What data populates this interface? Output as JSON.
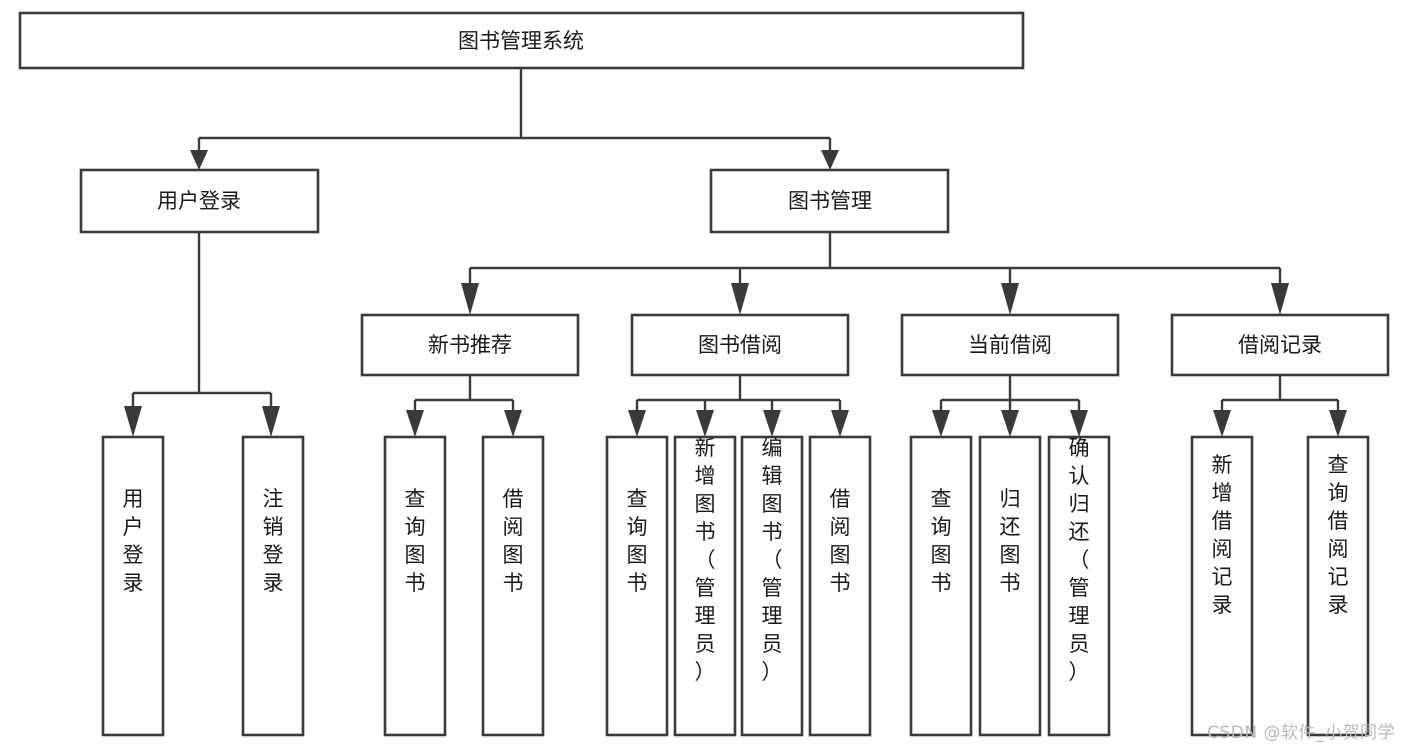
{
  "diagram": {
    "type": "tree-hierarchy",
    "title": "图书管理系统",
    "watermark": "CSDN @软件_小贺同学",
    "colors": {
      "box_fill": "#ffffff",
      "box_stroke": "#3a3a3a",
      "text": "#1a1a1a",
      "connector": "#3a3a3a",
      "watermark": "#b9b9b9",
      "background": "#ffffff"
    },
    "root": {
      "label": "图书管理系统"
    },
    "level2": [
      {
        "id": "user-login",
        "label": "用户登录"
      },
      {
        "id": "book-management",
        "label": "图书管理"
      }
    ],
    "level3": [
      {
        "id": "new-book-recommend",
        "label": "新书推荐",
        "parent": "book-management"
      },
      {
        "id": "book-borrow",
        "label": "图书借阅",
        "parent": "book-management"
      },
      {
        "id": "current-borrow",
        "label": "当前借阅",
        "parent": "book-management"
      },
      {
        "id": "borrow-record",
        "label": "借阅记录",
        "parent": "book-management"
      }
    ],
    "leaves": {
      "user-login": [
        {
          "id": "leaf-user-login",
          "label": "用户登录"
        },
        {
          "id": "leaf-logout-login",
          "label": "注销登录"
        }
      ],
      "new-book-recommend": [
        {
          "id": "leaf-query-book-1",
          "label": "查询图书"
        },
        {
          "id": "leaf-borrow-book-1",
          "label": "借阅图书"
        }
      ],
      "book-borrow": [
        {
          "id": "leaf-query-book-2",
          "label": "查询图书"
        },
        {
          "id": "leaf-add-book",
          "label": "新增图书（管理员）"
        },
        {
          "id": "leaf-edit-book",
          "label": "编辑图书（管理员）"
        },
        {
          "id": "leaf-borrow-book-2",
          "label": "借阅图书"
        }
      ],
      "current-borrow": [
        {
          "id": "leaf-query-book-3",
          "label": "查询图书"
        },
        {
          "id": "leaf-return-book",
          "label": "归还图书"
        },
        {
          "id": "leaf-confirm-return",
          "label": "确认归还（管理员）"
        }
      ],
      "borrow-record": [
        {
          "id": "leaf-add-record",
          "label": "新增借阅记录"
        },
        {
          "id": "leaf-query-record",
          "label": "查询借阅记录"
        }
      ]
    }
  }
}
